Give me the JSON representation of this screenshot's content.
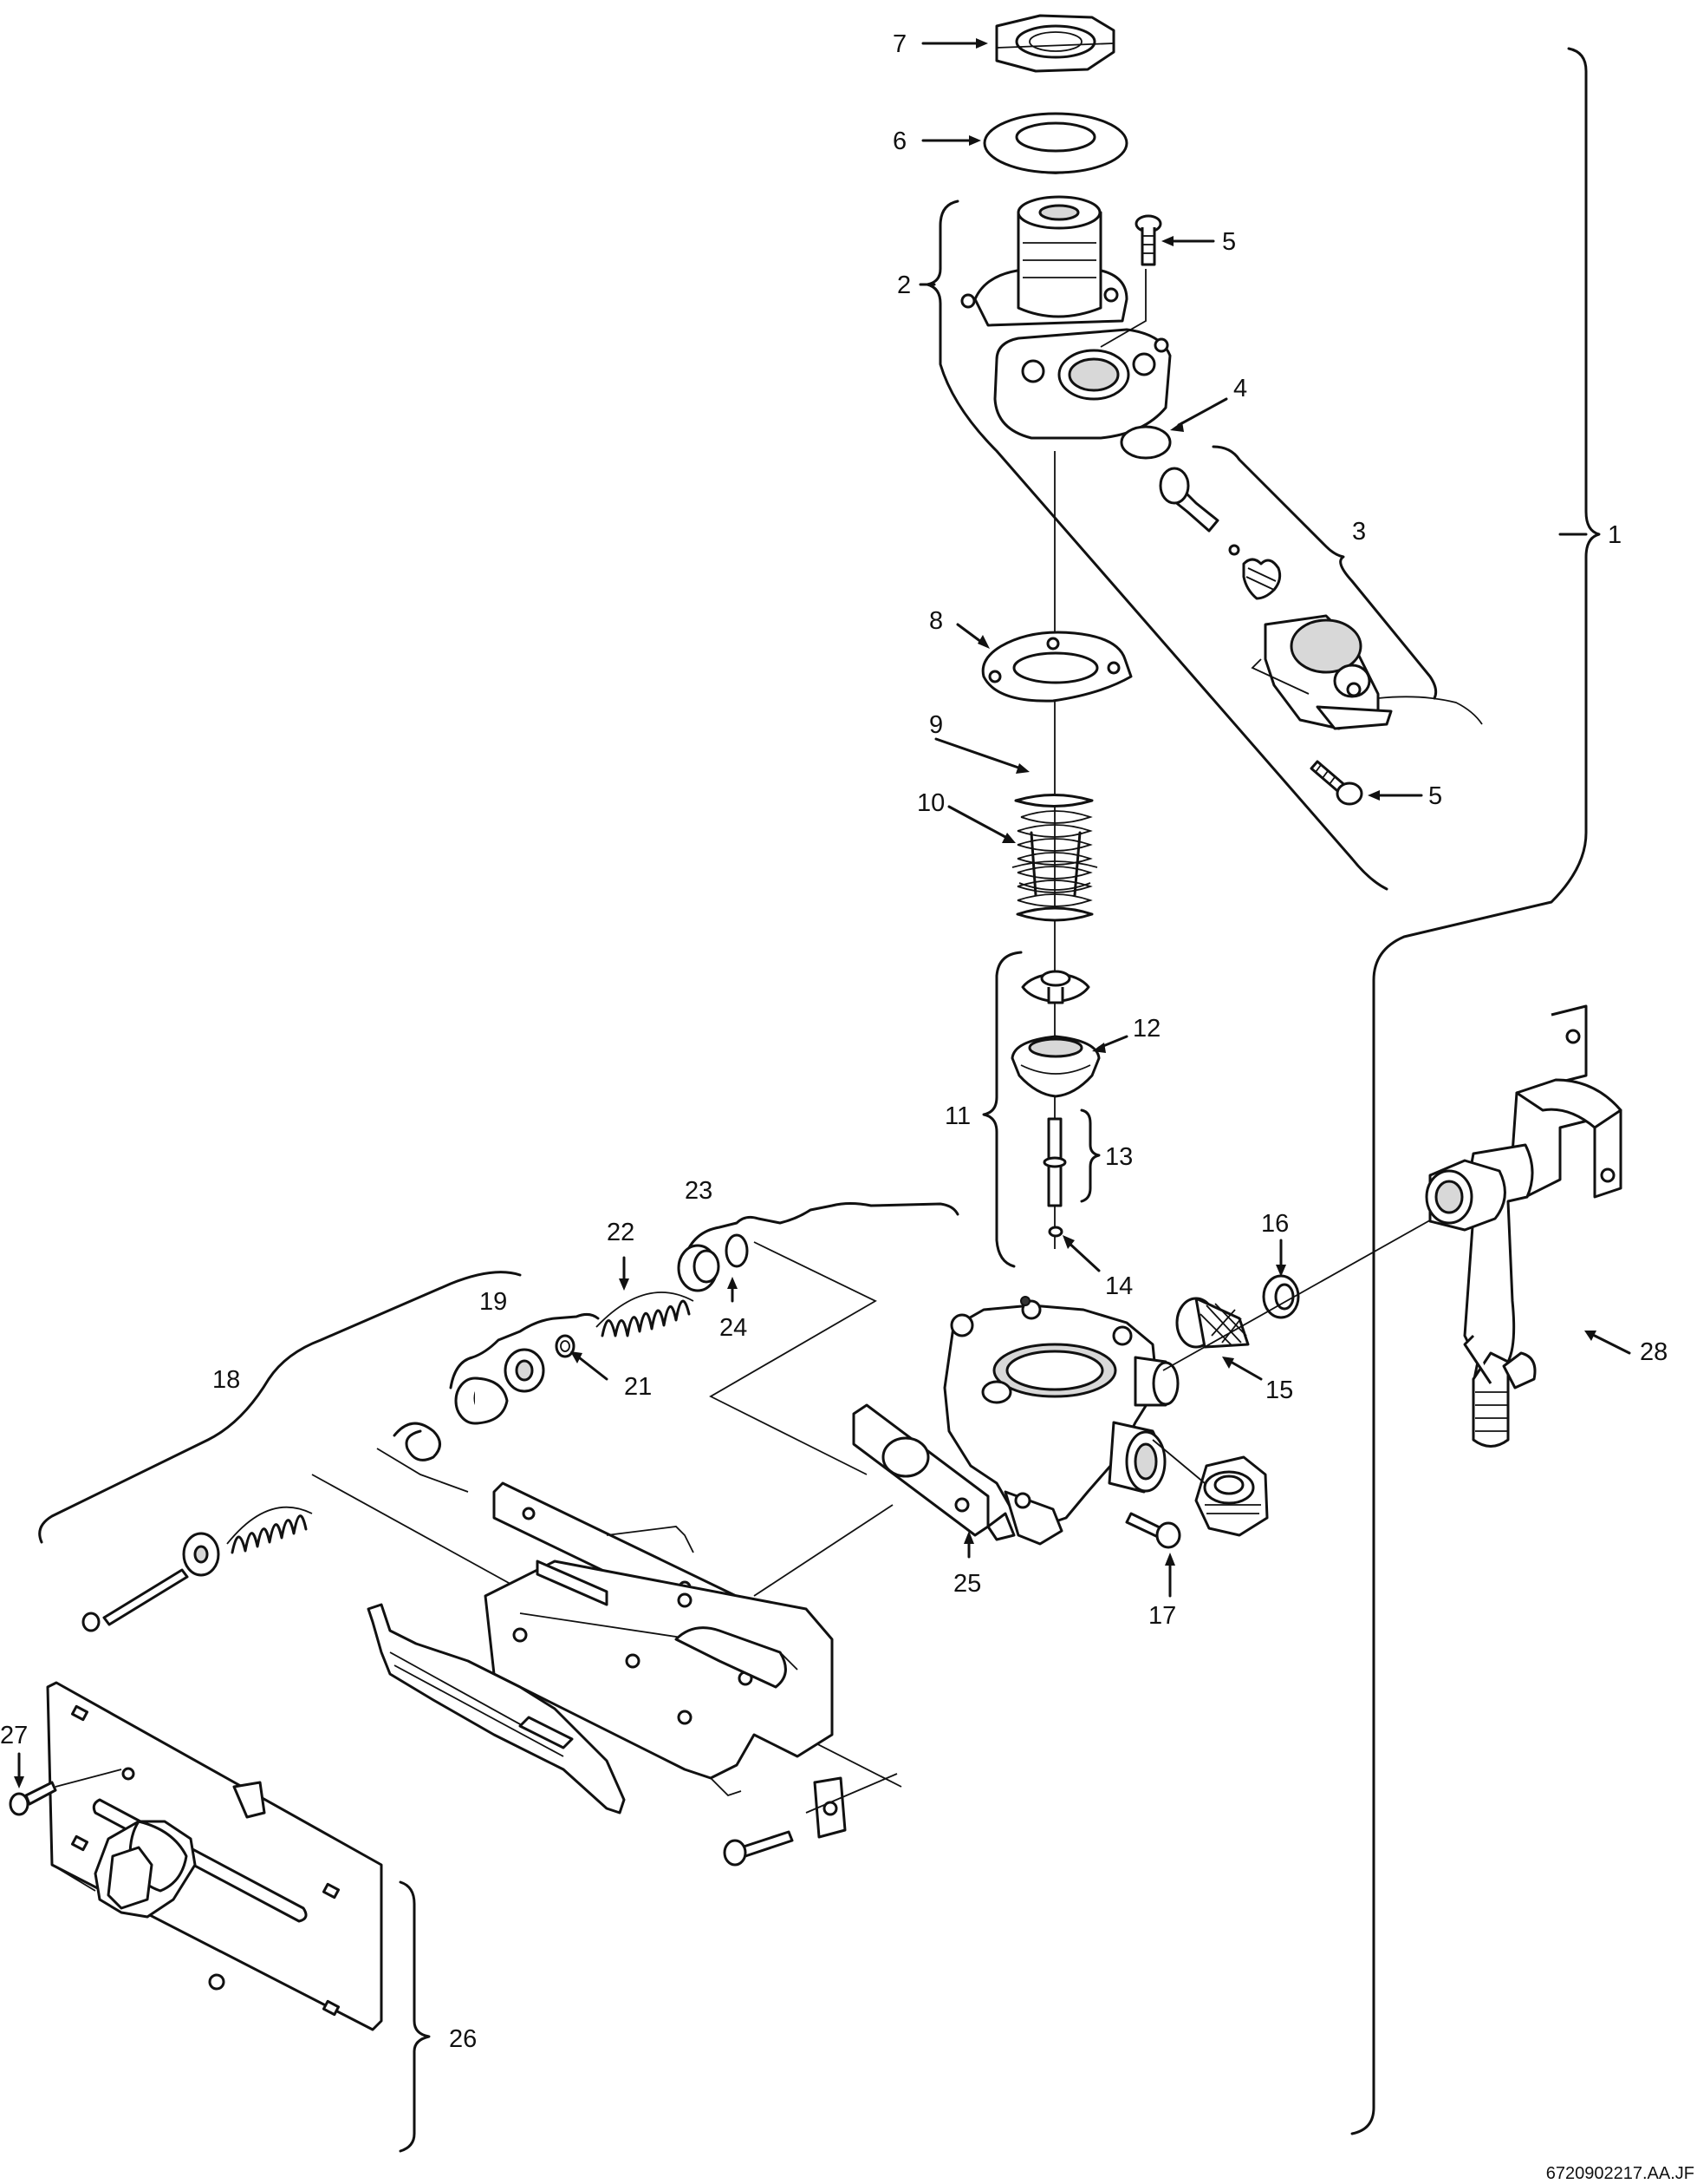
{
  "diagram": {
    "labels": {
      "p1": "1",
      "p2": "2",
      "p3": "3",
      "p4": "4",
      "p5a": "5",
      "p5b": "5",
      "p6": "6",
      "p7": "7",
      "p8": "8",
      "p9": "9",
      "p10": "10",
      "p11": "11",
      "p12": "12",
      "p13": "13",
      "p14": "14",
      "p15": "15",
      "p16": "16",
      "p17": "17",
      "p18": "18",
      "p19": "19",
      "p20": "",
      "p21": "21",
      "p22": "22",
      "p23": "23",
      "p24": "24",
      "p25": "25",
      "p26": "26",
      "p27": "27",
      "p28": "28"
    },
    "reference_code": "6720902217.AA.JF"
  }
}
